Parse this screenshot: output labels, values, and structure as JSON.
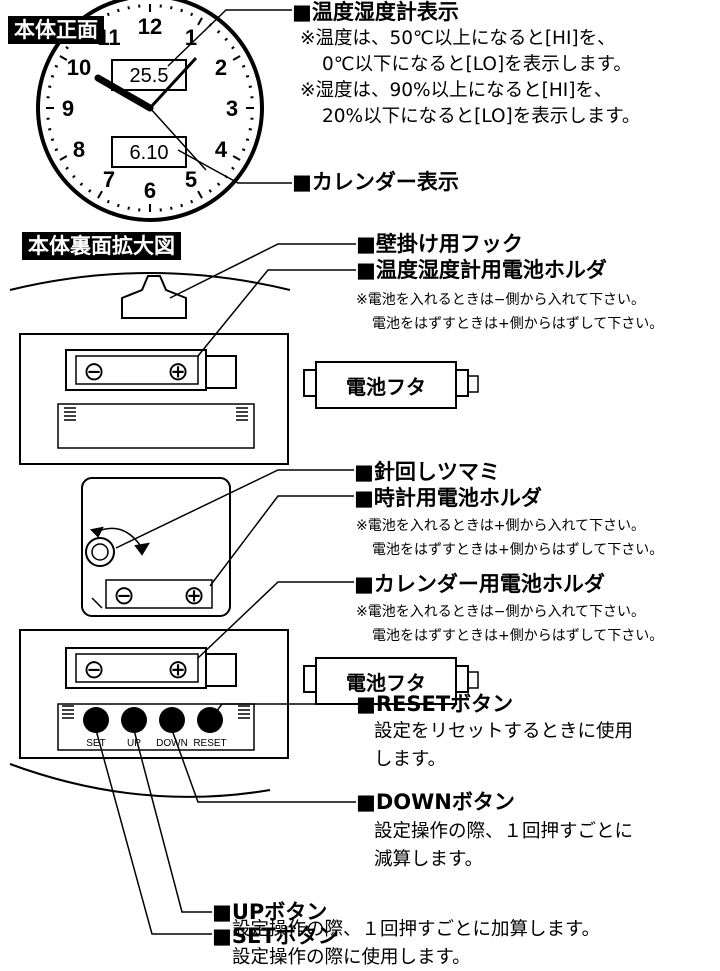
{
  "front": {
    "tag": "本体正面",
    "lcd_top": "25.5",
    "lcd_bottom": "6.10",
    "dial_numbers": [
      "12",
      "1",
      "2",
      "3",
      "4",
      "5",
      "6",
      "7",
      "8",
      "9",
      "10",
      "11"
    ],
    "thermo_title": "■温度湿度計表示",
    "thermo_notes": [
      "※温度は、50℃以上になると[HI]を、",
      "0℃以下になると[LO]を表示します。",
      "※湿度は、90%以上になると[HI]を、",
      "20%以下になると[LO]を表示します。"
    ],
    "calendar_title": "■カレンダー表示"
  },
  "back": {
    "tag": "本体裏面拡大図",
    "hook": "■壁掛け用フック",
    "thermo_batt": "■温度湿度計用電池ホルダ",
    "thermo_batt_notes": [
      "※電池を入れるときは−側から入れて下さい。",
      "電池をはずすときは+側からはずして下さい。"
    ],
    "cover_label_1": "電池フタ",
    "hand_knob": "■針回しツマミ",
    "clock_batt": "■時計用電池ホルダ",
    "clock_batt_notes": [
      "※電池を入れるときは+側から入れて下さい。",
      "電池をはずすときは+側からはずして下さい。"
    ],
    "cal_batt": "■カレンダー用電池ホルダ",
    "cal_batt_notes": [
      "※電池を入れるときは−側から入れて下さい。",
      "電池をはずすときは+側からはずして下さい。"
    ],
    "cover_label_2": "電池フタ",
    "minus_sign": "⊖",
    "plus_sign": "⊕",
    "buttons": [
      "SET",
      "UP",
      "DOWN",
      "RESET"
    ],
    "reset_title": "■RESETボタン",
    "reset_desc": [
      "設定をリセットするときに使用",
      "します。"
    ],
    "down_title": "■DOWNボタン",
    "down_desc": [
      "設定操作の際、１回押すごとに",
      "減算します。"
    ],
    "up_title": "■UPボタン",
    "up_desc": "設定操作の際、１回押すごとに加算します。",
    "set_title": "■SETボタン",
    "set_desc": "設定操作の際に使用します。"
  }
}
